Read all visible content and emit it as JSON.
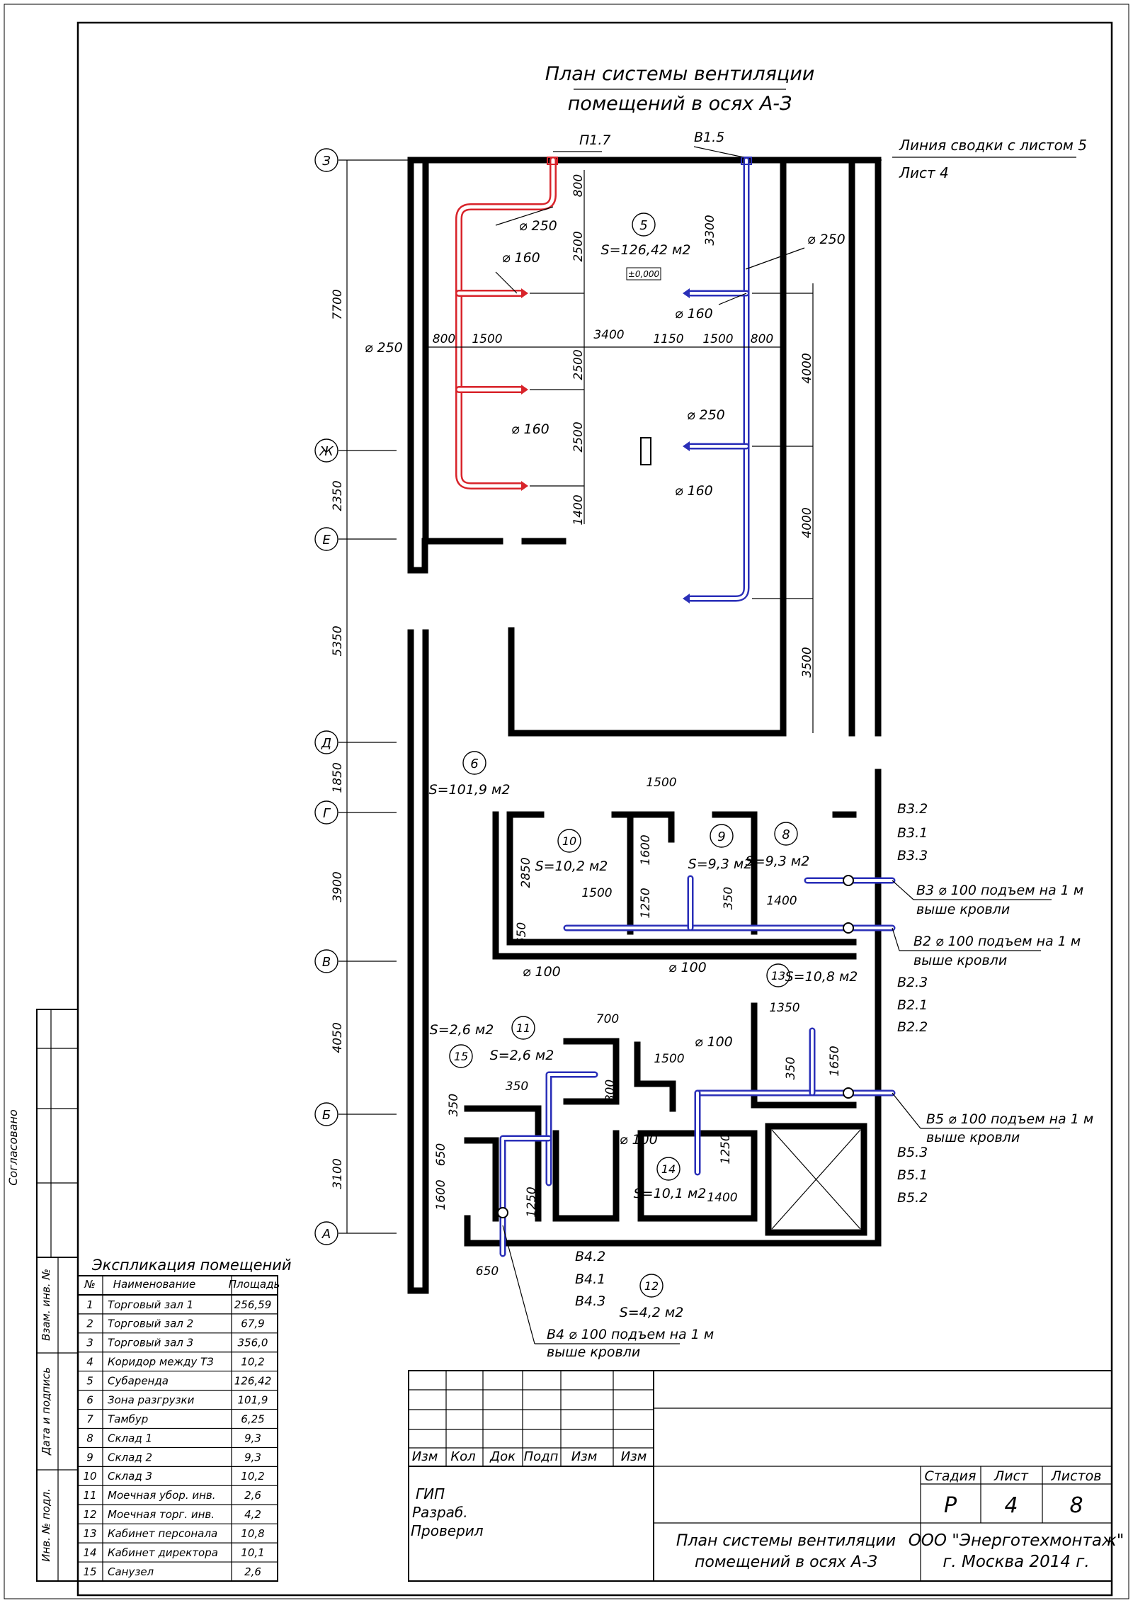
{
  "title": {
    "line1": "План системы вентиляции",
    "line2": "помещений в осях А-З"
  },
  "sheet_note": {
    "line1": "Линия сводки с листом 5",
    "line2": "Лист 4"
  },
  "axes": {
    "z": "З",
    "zh": "Ж",
    "e": "Е",
    "d": "Д",
    "g": "Г",
    "v": "В",
    "b": "Б",
    "a": "А"
  },
  "axis_dims": {
    "d1": "7700",
    "d2": "2350",
    "d3": "5350",
    "d4": "1850",
    "d5": "3900",
    "d6": "4050",
    "d7": "3100"
  },
  "rooms": {
    "r5": {
      "num": "5",
      "area": "S=126,42 м2",
      "level": "±0,000"
    },
    "r6": {
      "num": "6",
      "area": "S=101,9 м2"
    },
    "r8": {
      "num": "8",
      "area": "S=9,3 м2"
    },
    "r9": {
      "num": "9",
      "area": "S=9,3 м2"
    },
    "r10": {
      "num": "10",
      "area": "S=10,2 м2"
    },
    "r11": {
      "num": "11",
      "area": "S=2,6 м2",
      "area2": "S=2,6 м2"
    },
    "r12": {
      "num": "12",
      "area": "S=4,2 м2"
    },
    "r13": {
      "num": "13",
      "area": "S=10,8 м2"
    },
    "r14": {
      "num": "14",
      "area": "S=10,1 м2"
    },
    "r15": {
      "num": "15"
    }
  },
  "systems": {
    "p17": "П1.7",
    "v15": "В1.5",
    "v32": "В3.2",
    "v31": "В3.1",
    "v33": "В3.3",
    "v3": "В3  ⌀ 100 подъем на 1 м",
    "v3b": "выше кровли",
    "v2": "В2  ⌀ 100 подъем на 1 м",
    "v2b": "выше кровли",
    "v23": "В2.3",
    "v21": "В2.1",
    "v22": "В2.2",
    "v5": "В5  ⌀ 100 подъем на 1 м",
    "v5b": "выше кровли",
    "v53": "В5.3",
    "v51": "В5.1",
    "v52": "В5.2",
    "v42": "В4.2",
    "v41": "В4.1",
    "v43": "В4.3",
    "v4": "В4  ⌀ 100 подъем на 1 м",
    "v4b": "выше кровли"
  },
  "diameters": {
    "d250": "⌀ 250",
    "d160": "⌀ 160",
    "d100": "⌀ 100"
  },
  "dims": {
    "a800": "800",
    "a2500": "2500",
    "a1400": "1400",
    "a3300": "3300",
    "a1500": "1500",
    "a3400": "3400",
    "a1150": "1150",
    "a4000": "4000",
    "a3500": "3500",
    "a2850": "2850",
    "a1600": "1600",
    "a1250": "1250",
    "a650": "650",
    "a350": "350",
    "a700": "700",
    "a1350": "1350",
    "a1650": "1650"
  },
  "stamp_side": {
    "soglasovano": "Согласовано",
    "vzam": "Взам. инв. №",
    "data": "Дата и подпись",
    "inv": "Инв. № подл."
  },
  "explication": {
    "title": "Экспликация помещений",
    "headers": [
      "№",
      "Наименование",
      "Площадь"
    ],
    "rows": [
      [
        "1",
        "Торговый зал 1",
        "256,59"
      ],
      [
        "2",
        "Торговый зал 2",
        "67,9"
      ],
      [
        "3",
        "Торговый зал 3",
        "356,0"
      ],
      [
        "4",
        "Коридор между ТЗ",
        "10,2"
      ],
      [
        "5",
        "Субаренда",
        "126,42"
      ],
      [
        "6",
        "Зона разгрузки",
        "101,9"
      ],
      [
        "7",
        "Тамбур",
        "6,25"
      ],
      [
        "8",
        "Склад 1",
        "9,3"
      ],
      [
        "9",
        "Склад 2",
        "9,3"
      ],
      [
        "10",
        "Склад 3",
        "10,2"
      ],
      [
        "11",
        "Моечная убор. инв.",
        "2,6"
      ],
      [
        "12",
        "Моечная торг. инв.",
        "4,2"
      ],
      [
        "13",
        "Кабинет персонала",
        "10,8"
      ],
      [
        "14",
        "Кабинет директора",
        "10,1"
      ],
      [
        "15",
        "Санузел",
        "2,6"
      ]
    ]
  },
  "titleblock": {
    "cols": [
      "Изм",
      "Кол",
      "Док",
      "Подп",
      "Изм",
      "Изм"
    ],
    "roles": [
      "ГИП",
      "Разраб.",
      "Проверил"
    ],
    "stage_h": "Стадия",
    "sheet_h": "Лист",
    "sheets_h": "Листов",
    "stage": "Р",
    "sheet": "4",
    "sheets": "8",
    "name1": "План системы вентиляции",
    "name2": "помещений в осях А-З",
    "org1": "ООО \"Энерготехмонтаж\"",
    "org2": "г. Москва 2014 г."
  },
  "colors": {
    "supply": "#d8232a",
    "exhaust": "#2a2fb8"
  }
}
